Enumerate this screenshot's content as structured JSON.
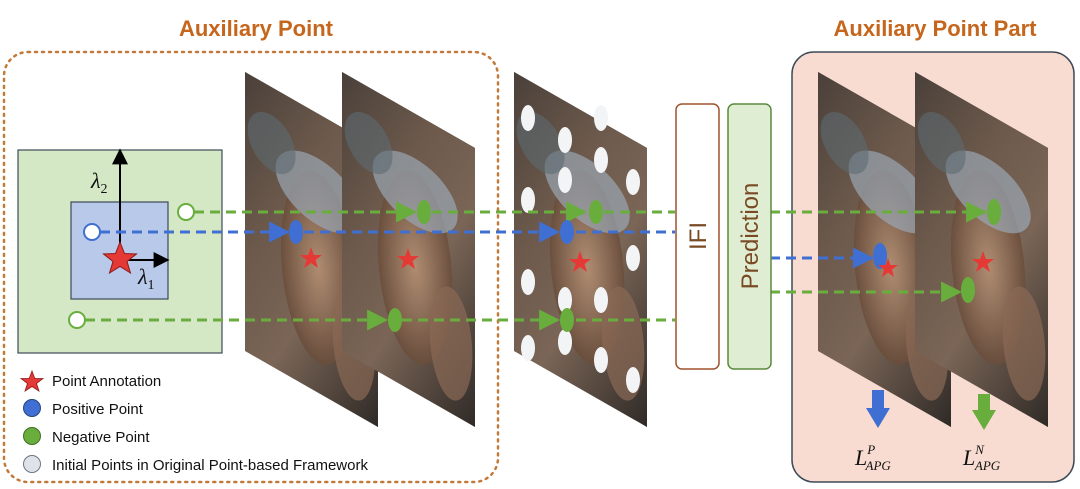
{
  "titles": {
    "left": "Auxiliary Point",
    "right": "Auxiliary Point Part"
  },
  "blocks": {
    "ifi": "IFI",
    "prediction": "Prediction"
  },
  "axes": {
    "lambda2": "λ2",
    "lambda1": "λ1"
  },
  "legend": [
    {
      "icon": "red-star-icon",
      "label": "Point Annotation"
    },
    {
      "icon": "blue-dot-icon",
      "label": "Positive Point"
    },
    {
      "icon": "green-dot-icon",
      "label": "Negative Point"
    },
    {
      "icon": "gray-dot-icon",
      "label": "Initial Points in Original Point-based Framework"
    }
  ],
  "losses": {
    "positive": {
      "base": "L",
      "sup": "P",
      "sub": "APG"
    },
    "negative": {
      "base": "L",
      "sup": "N",
      "sub": "APG"
    }
  },
  "colors": {
    "title": "#c5661c",
    "dashed_border": "#c27a3a",
    "green_panel": "#d4e8c6",
    "blue_panel": "#b9c9ea",
    "positive": "#3f6fd3",
    "negative": "#69ad3d",
    "annotation": "#e53935",
    "right_panel": "#f8dcd1"
  }
}
